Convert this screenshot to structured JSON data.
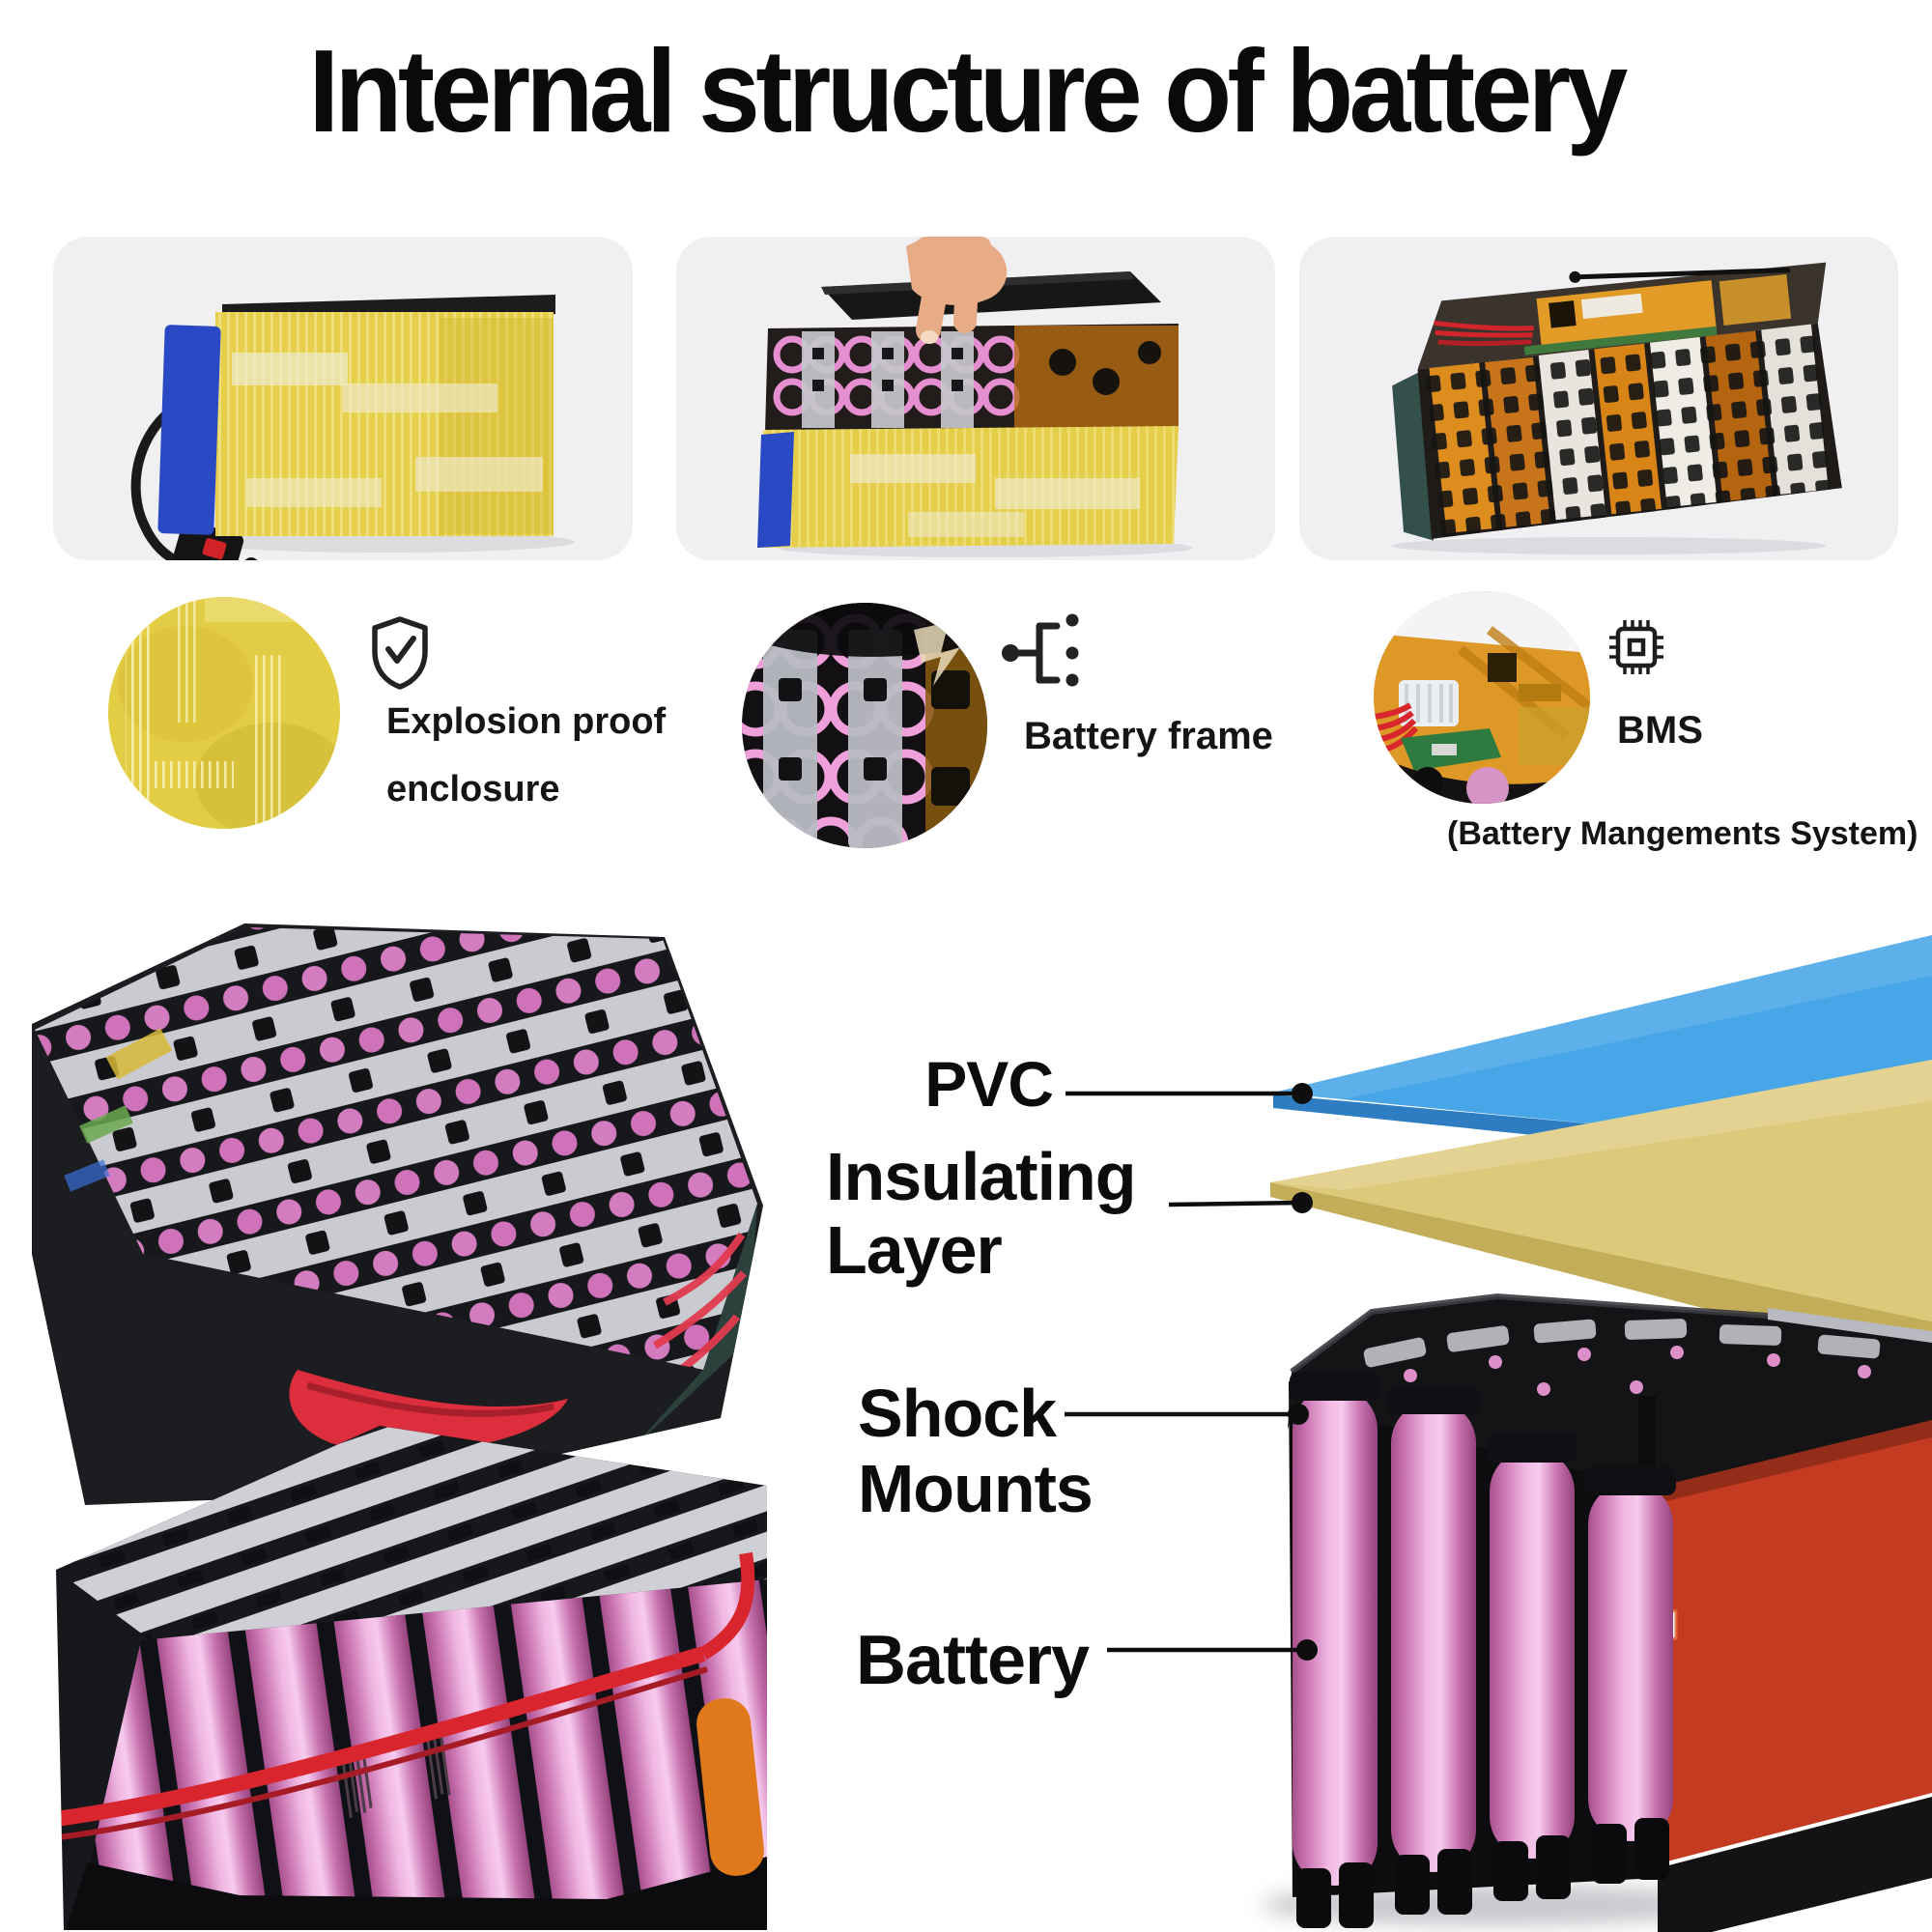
{
  "title": "Internal structure of battery",
  "features": {
    "explosion": {
      "line1": "Explosion proof",
      "line2": "enclosure",
      "icon": "shield-check-icon"
    },
    "frame": {
      "label": "Battery frame",
      "icon": "battery-frame-icon"
    },
    "bms": {
      "label": "BMS",
      "icon": "chip-icon",
      "caption": "(Battery Mangements System)"
    }
  },
  "diagram": {
    "pvc": "PVC",
    "insulating1": "Insulating",
    "insulating2": "Layer",
    "shock1": "Shock",
    "shock2": "Mounts",
    "battery": "Battery"
  },
  "colors": {
    "pvc_blue": "#47a6e7",
    "insulating_yellow": "#ddc97a",
    "cell_pink": "#eba7d8",
    "mount_black": "#141417",
    "wrap_red": "#c43b22",
    "tape_yellow": "#e4ce4a",
    "tape_blue": "#2a49c4",
    "kapton_orange": "#dd8d1e"
  }
}
